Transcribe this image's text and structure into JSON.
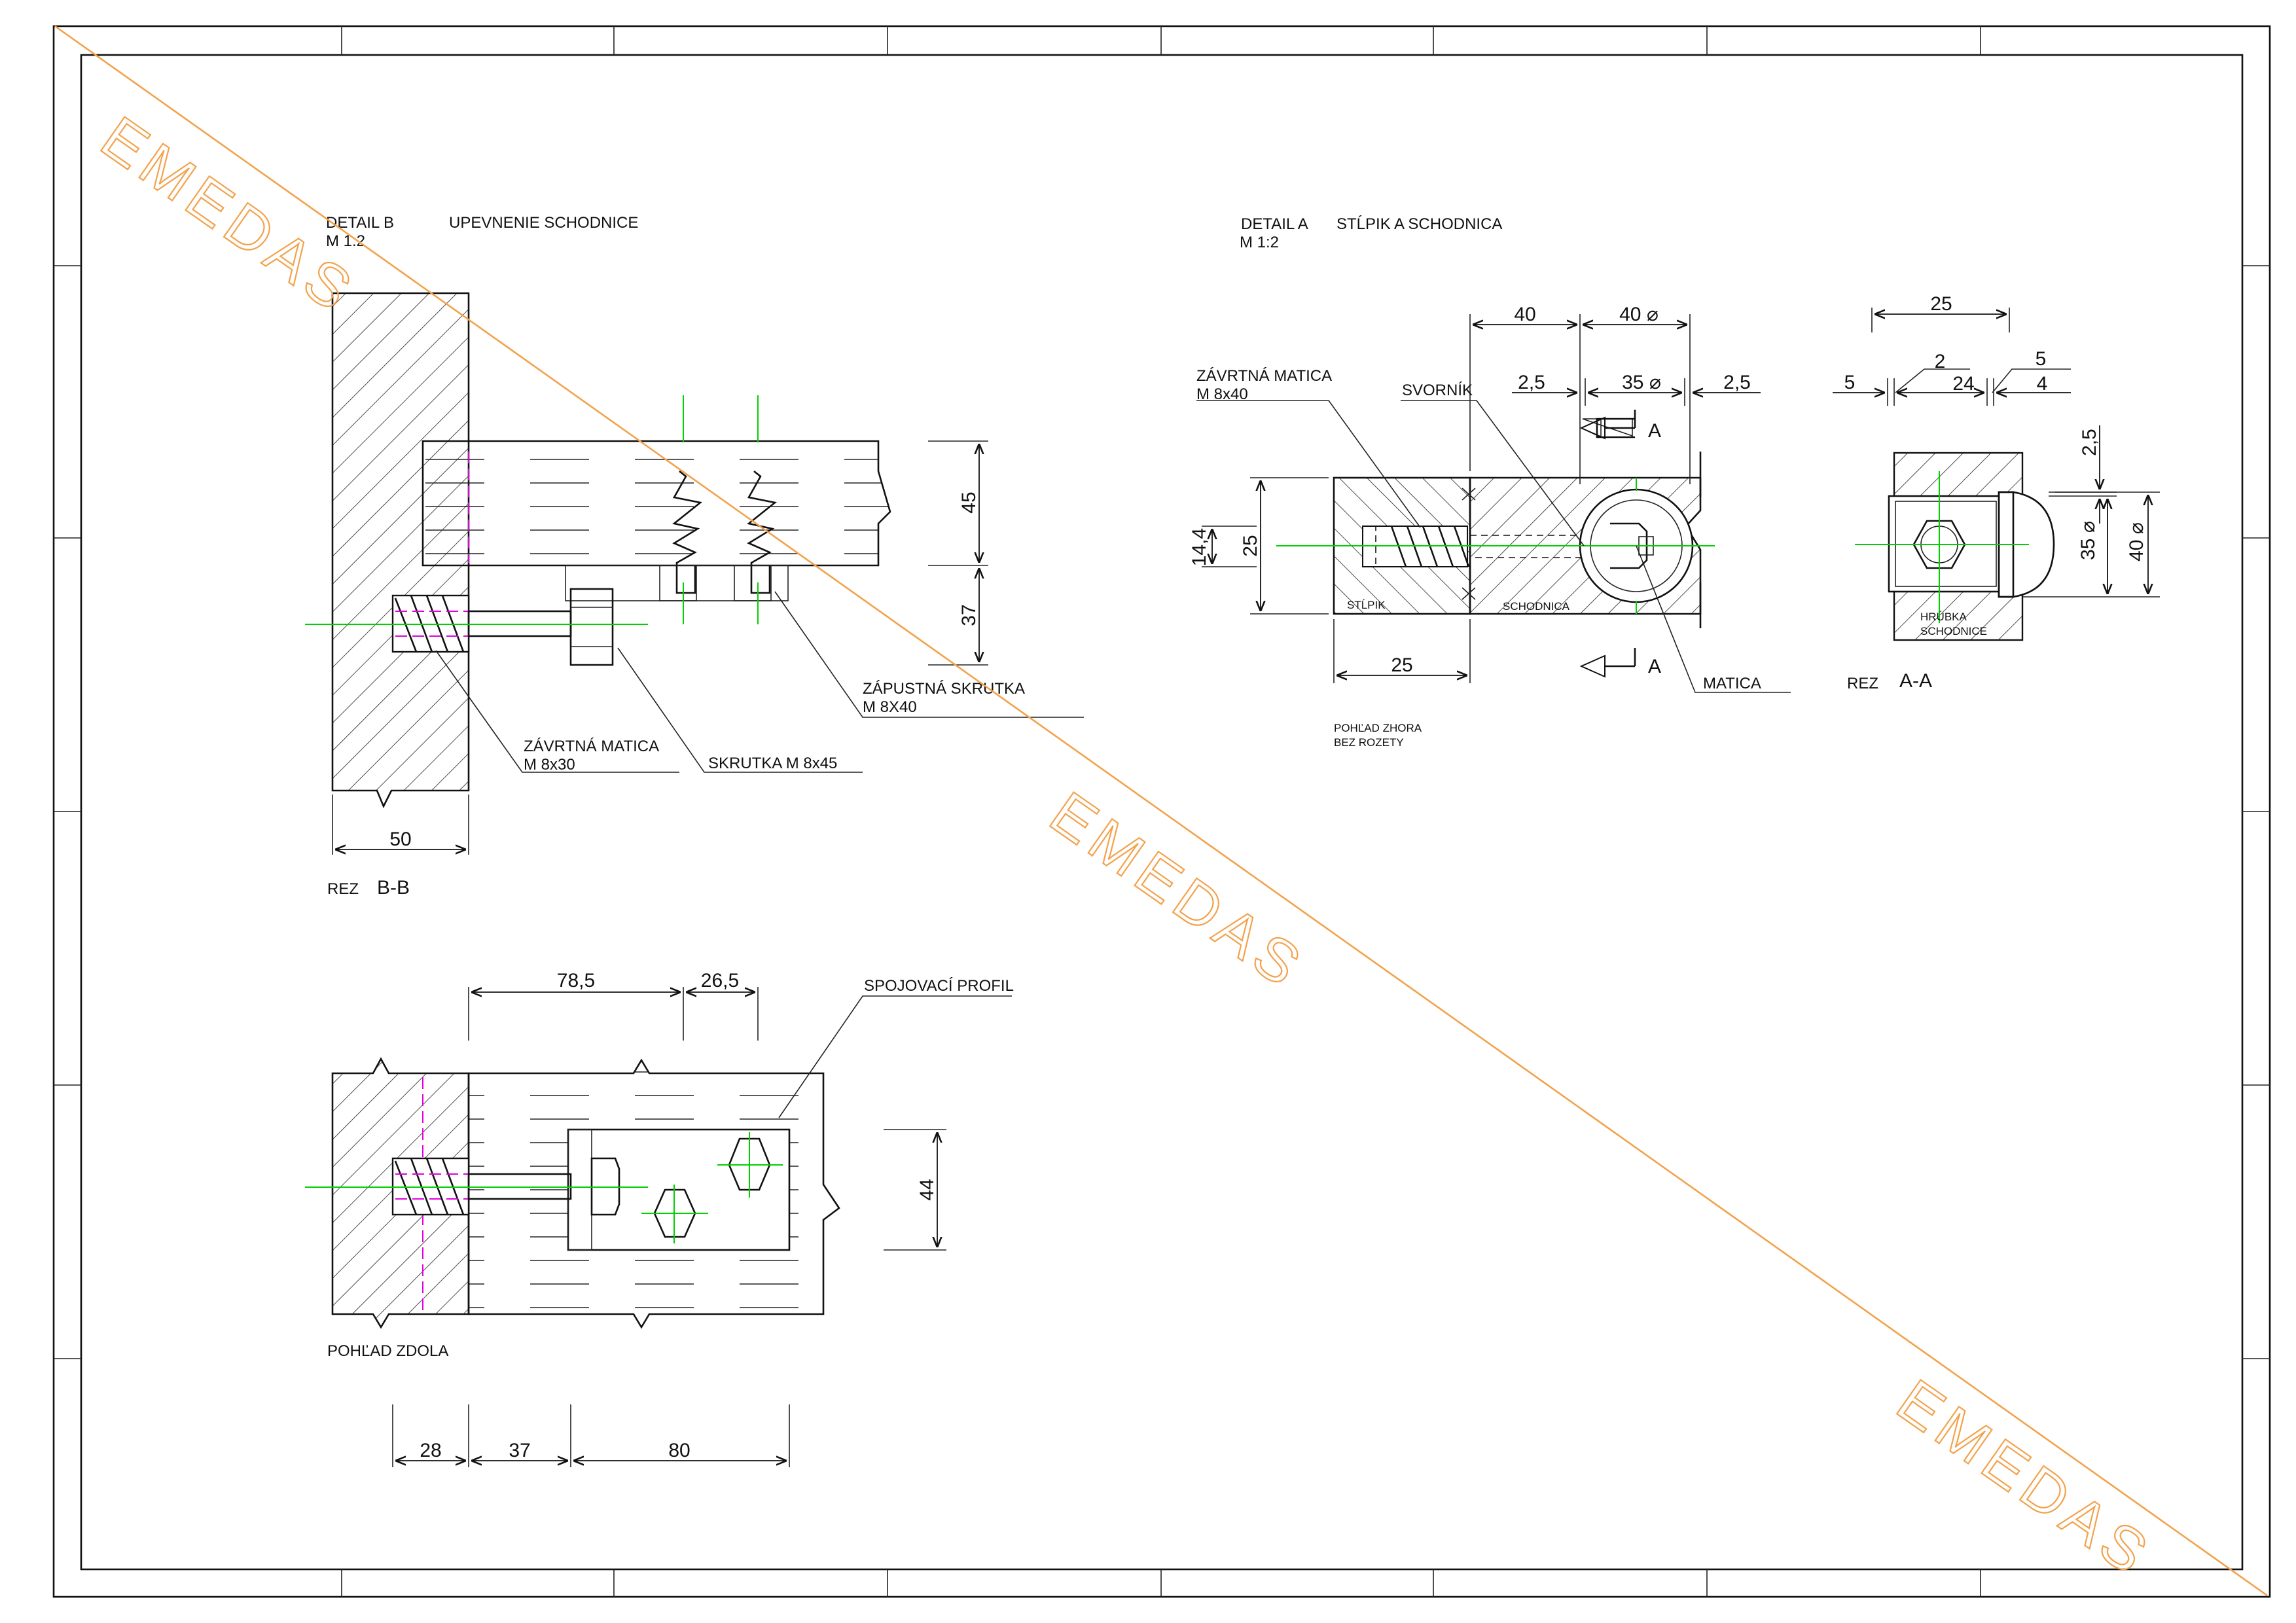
{
  "watermark": {
    "text": "EMEDAS",
    "color": "#f3a24c"
  },
  "colors": {
    "centerline": "#00d000",
    "thread": "#e000e0",
    "line": "#111111"
  },
  "detail_b": {
    "title": "DETAIL B",
    "scale": "M 1:2",
    "name": "UPEVNENIE SCHODNICE",
    "section_prefix": "REZ",
    "section": "B-B"
  },
  "detail_b_labels": {
    "countersunk_screw": "ZÁPUSTNÁ SKRUTKA",
    "countersunk_screw_size": "M 8X40",
    "insert_nut": "ZÁVRTNÁ MATICA",
    "insert_nut_size": "M 8x30",
    "bolt": "SKRUTKA M 8x45"
  },
  "detail_b_dims": {
    "d45": "45",
    "d37": "37",
    "d50": "50"
  },
  "bottom_view": {
    "title": "POHĽAD ZDOLA",
    "profile": "SPOJOVACÍ PROFIL",
    "d78_5": "78,5",
    "d26_5": "26,5",
    "d44": "44",
    "d28": "28",
    "d37": "37",
    "d80": "80"
  },
  "detail_a": {
    "title": "DETAIL A",
    "scale": "M 1:2",
    "name": "STĹPIK A SCHODNICA",
    "insert_nut": "ZÁVRTNÁ MATICA",
    "insert_nut_size": "M 8x40",
    "bolt": "SVORNÍK",
    "nut": "MATICA",
    "post": "STĹPIK",
    "stringer": "SCHODNICA",
    "view_line1": "POHĽAD ZHORA",
    "view_line2": "BEZ ROZETY",
    "cut": "A"
  },
  "detail_a_dims": {
    "d40": "40",
    "d40dia": "40 ⌀",
    "d2_5a": "2,5",
    "d35dia": "35 ⌀",
    "d2_5b": "2,5",
    "d14_4": "14,4",
    "d25v": "25",
    "d25h": "25"
  },
  "section_aa": {
    "prefix": "REZ",
    "name": "A-A",
    "thickness_line1": "HRÚBKA",
    "thickness_line2": "SCHODNICE",
    "d25": "25",
    "d2": "2",
    "d5a": "5",
    "d5b": "5",
    "d24": "24",
    "d4": "4",
    "d2_5": "2,5",
    "d35": "35 ⌀",
    "d40": "40 ⌀"
  }
}
